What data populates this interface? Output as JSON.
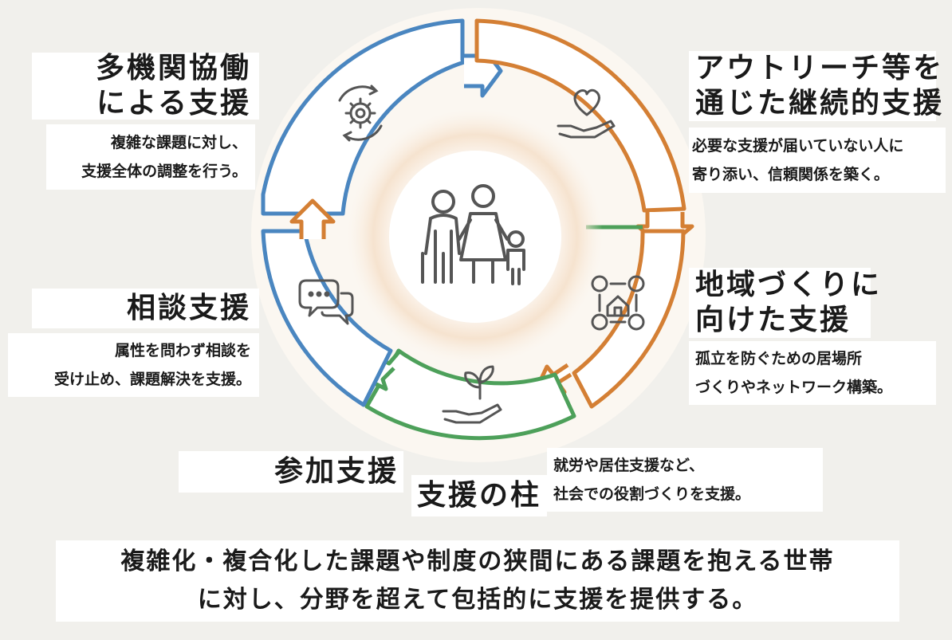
{
  "center": {
    "label": "支援の柱"
  },
  "pillars": {
    "multi_agency": {
      "title_lines": [
        "多機関協働",
        "による支援"
      ],
      "desc_lines": [
        "複雑な課題に対し、",
        "支援全体の調整を行う。"
      ],
      "icon": "gear-cycle-icon"
    },
    "outreach": {
      "title_lines": [
        "アウトリーチ等を",
        "通じた継続的支援"
      ],
      "desc_lines": [
        "必要な支援が届いていない人に",
        "寄り添い、信頼関係を築く。"
      ],
      "icon": "heart-hand-icon"
    },
    "community": {
      "title_lines": [
        "地域づくりに",
        "向けた支援"
      ],
      "desc_lines": [
        "孤立を防ぐための居場所",
        "づくりやネットワーク構築。"
      ],
      "icon": "community-network-icon"
    },
    "participation": {
      "title": "参加支援",
      "desc_lines": [
        "就労や居住支援など、",
        "社会での役割づくりを支援。"
      ],
      "icon": "sprout-hand-icon"
    },
    "consultation": {
      "title": "相談支援",
      "desc_lines": [
        "属性を問わず相談を",
        "受け止め、課題解決を支援。"
      ],
      "icon": "speech-bubbles-icon"
    }
  },
  "summary": {
    "lines": [
      "複雑化・複合化した課題や制度の狭間にある課題を抱える世帯",
      "に対し、分野を超えて包括的に支援を提供する。"
    ]
  },
  "colors": {
    "blue": "#4a86c0",
    "orange": "#d47f34",
    "green": "#4da05a",
    "icon": "#555555",
    "center_glow": "#f3dcc4"
  }
}
